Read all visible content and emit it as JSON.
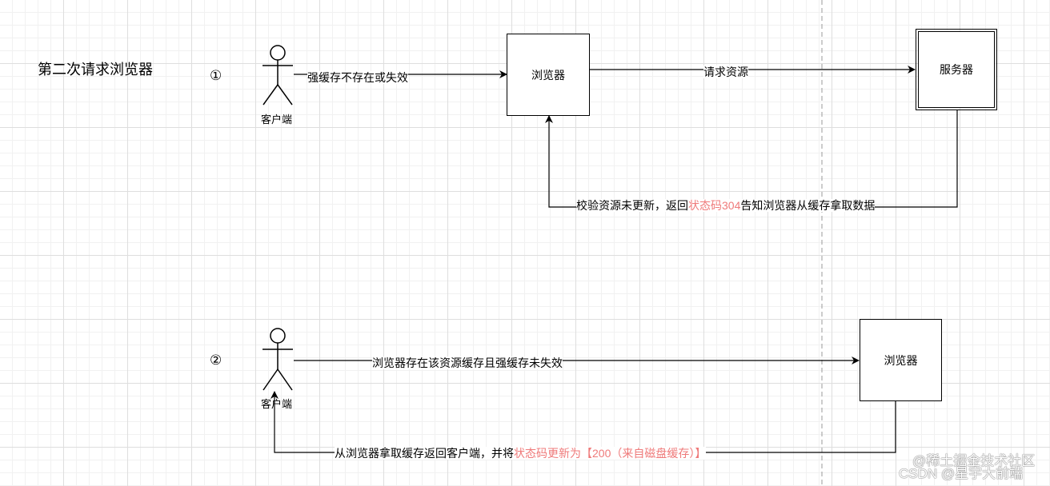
{
  "title": "第二次请求浏览器",
  "step1": {
    "number": "①",
    "actor": "客户端",
    "browser": "浏览器",
    "server": "服务器",
    "edge_client_browser": "强缓存不存在或失效",
    "edge_browser_server": "请求资源",
    "return_prefix": "校验资源未更新，返回",
    "return_highlight": "状态码304",
    "return_suffix": "告知浏览器从缓存拿取数据"
  },
  "step2": {
    "number": "②",
    "actor": "客户端",
    "browser": "浏览器",
    "edge_client_browser": "浏览器存在该资源缓存且强缓存未失效",
    "return_prefix": "从浏览器拿取缓存返回客户端，并将",
    "return_highlight": "状态码更新为【200（来自磁盘缓存）】"
  },
  "watermark": {
    "line1": "@稀土掘金技术社区",
    "line2": "CSDN @星宇大前端"
  },
  "colors": {
    "highlight": "#ef7a7a",
    "line": "#000000",
    "divider": "#9a9a9a"
  }
}
